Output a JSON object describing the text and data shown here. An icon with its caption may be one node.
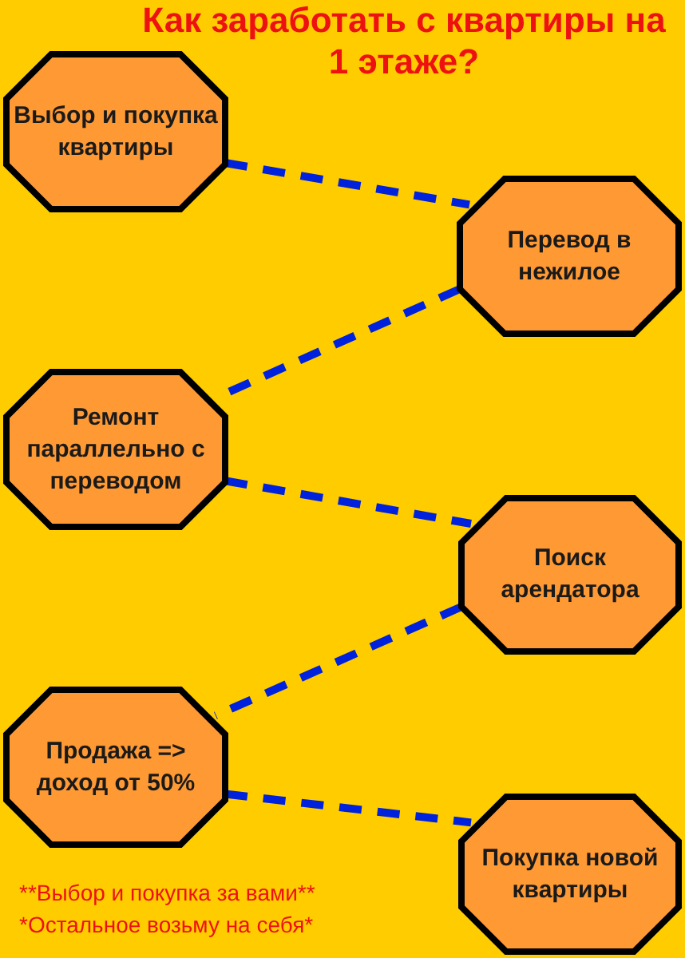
{
  "diagram": {
    "title": "Как заработать с квартиры на 1 этаже?",
    "nodes": [
      {
        "text": [
          "Выбор и покупка квартиры"
        ]
      },
      {
        "text": [
          "Перевод в нежилое"
        ]
      },
      {
        "text": [
          "Ремонт параллельно с переводом"
        ]
      },
      {
        "text": [
          "Поиск арендатора"
        ]
      },
      {
        "text": [
          "Продажа => доход от 50%"
        ]
      },
      {
        "text": [
          "Покупка новой квартиры"
        ]
      }
    ],
    "edges": [
      {
        "from": 0,
        "to": 1,
        "arrow": "none",
        "style": "dashed"
      },
      {
        "from": 1,
        "to": 2,
        "arrow": "none",
        "style": "dashed"
      },
      {
        "from": 2,
        "to": 3,
        "arrow": "none",
        "style": "dashed"
      },
      {
        "from": 3,
        "to": 4,
        "arrow": "none",
        "style": "dashed"
      },
      {
        "from": 4,
        "to": 5,
        "arrow": "none",
        "style": "dashed"
      }
    ],
    "labels": [
      "**Выбор и покупка за вами**",
      "*Остальное возьму на себя*"
    ]
  }
}
